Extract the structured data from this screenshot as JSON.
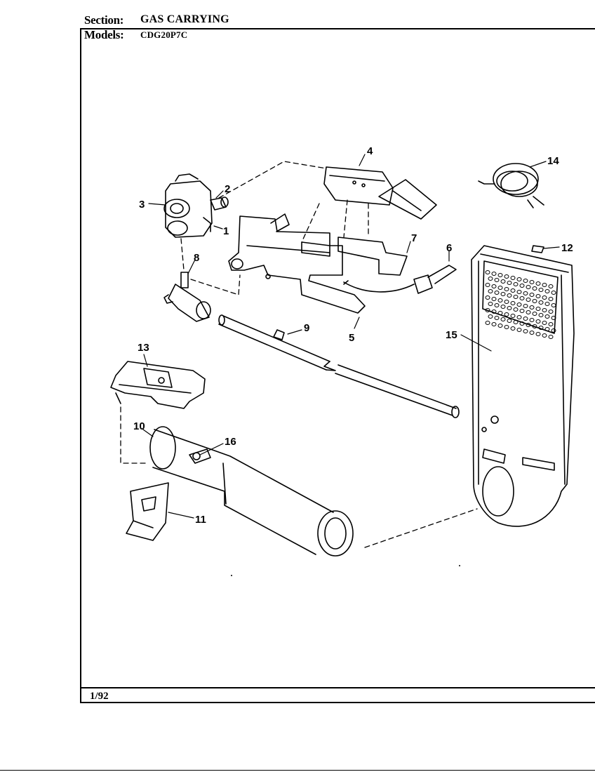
{
  "header": {
    "section_label": "Section:",
    "section_value": "GAS CARRYING",
    "models_label": "Models:",
    "models_value": "CDG20P7C"
  },
  "footer": {
    "date": "1/92"
  },
  "callouts": [
    "1",
    "2",
    "3",
    "4",
    "5",
    "6",
    "7",
    "8",
    "9",
    "10",
    "11",
    "12",
    "13",
    "14",
    "15",
    "16"
  ],
  "colors": {
    "ink": "#000000",
    "paper": "#ffffff"
  }
}
